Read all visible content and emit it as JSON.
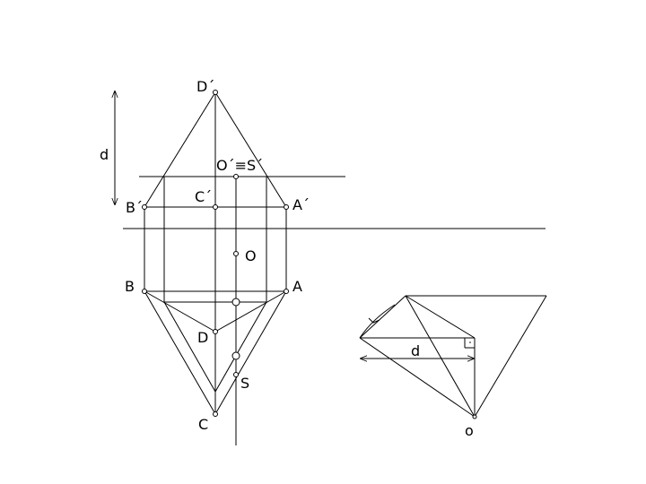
{
  "labels": {
    "d_prime": "D´",
    "d_dim": "d",
    "os_prime": "O´≡S´",
    "c_prime": "C´",
    "b_prime": "B´",
    "a_prime": "A´",
    "o": "O",
    "b": "B",
    "a": "A",
    "d": "D",
    "s": "S",
    "c": "C",
    "d_dim2": "d",
    "o_lower": "o"
  }
}
